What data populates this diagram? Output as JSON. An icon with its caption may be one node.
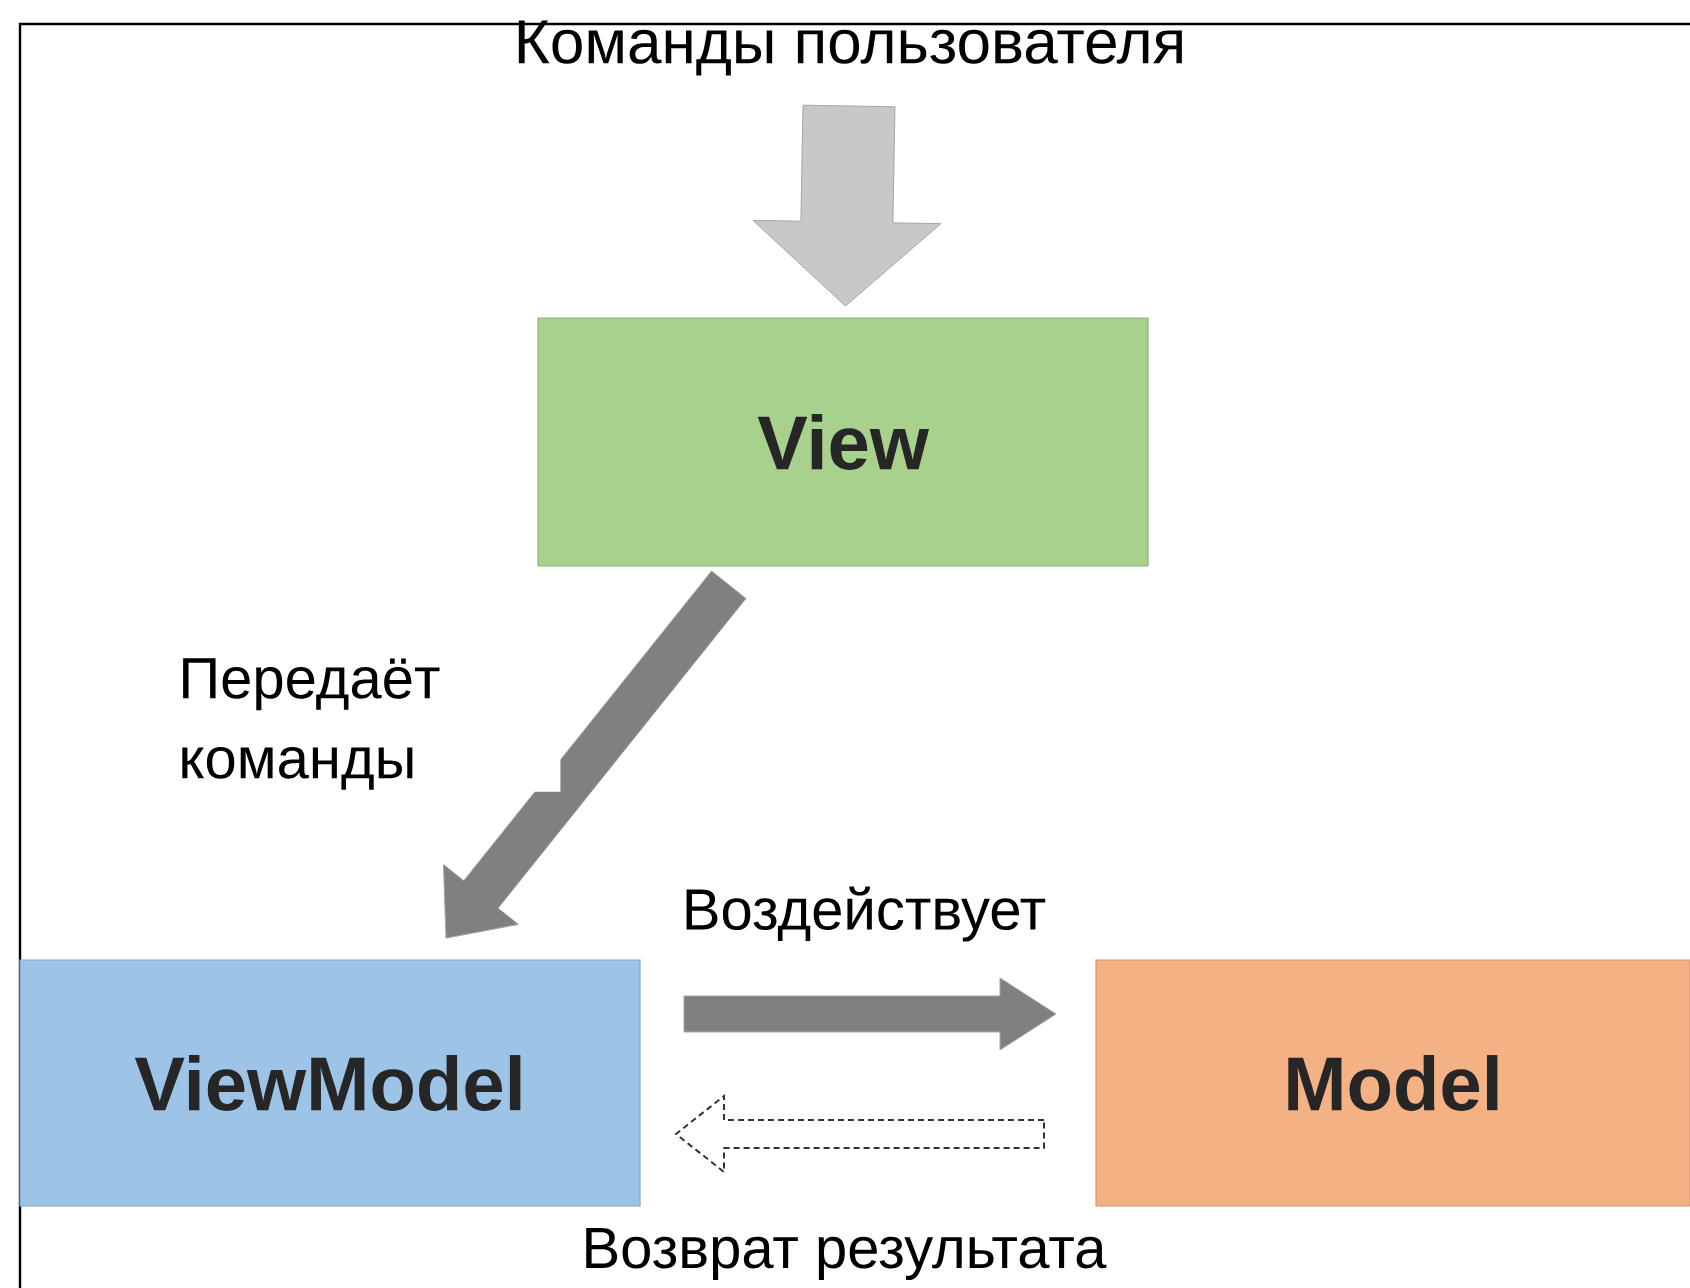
{
  "diagram": {
    "nodes": [
      {
        "text": [
          "Команды пользователя"
        ]
      },
      {
        "text": [
          "View"
        ]
      },
      {
        "text": [
          "ViewModel"
        ]
      },
      {
        "text": [
          "Model"
        ]
      }
    ],
    "edges": [
      {
        "from": 0,
        "to": 1,
        "arrow": "to",
        "color": "#c8c8c8"
      },
      {
        "from": 1,
        "to": 2,
        "arrow": "to",
        "label": "Передаёт команды"
      },
      {
        "from": 2,
        "to": 3,
        "arrow": "to",
        "label": "Воздействует"
      },
      {
        "from": 3,
        "to": 2,
        "arrow": "to",
        "label": "Возврат результата",
        "style": "dashed"
      }
    ]
  }
}
